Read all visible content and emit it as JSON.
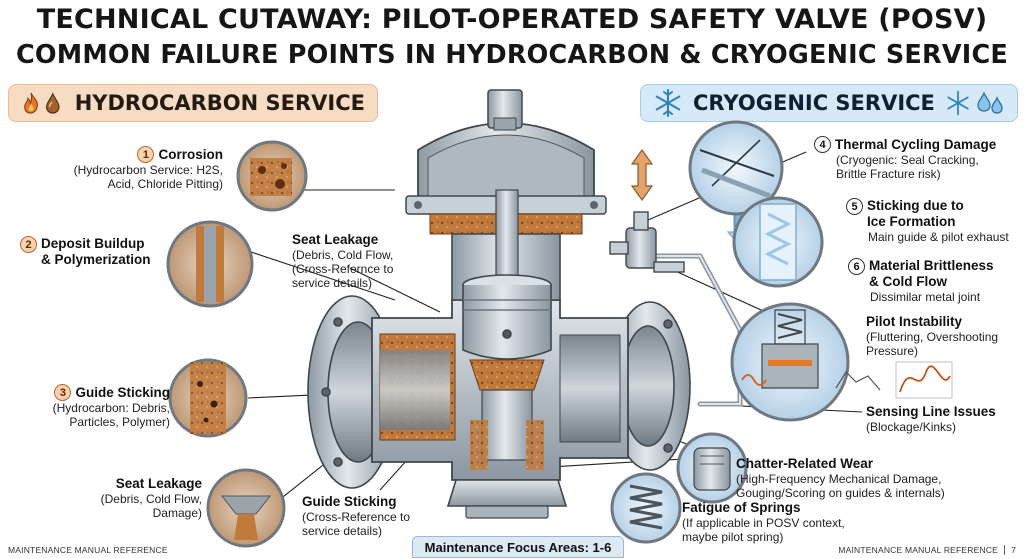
{
  "title": {
    "line1": "TECHNICAL CUTAWAY: PILOT-OPERATED SAFETY VALVE (POSV)",
    "line2": "COMMON FAILURE POINTS IN HYDROCARBON & CRYOGENIC SERVICE"
  },
  "banners": {
    "hydrocarbon": "HYDROCARBON SERVICE",
    "cryogenic": "CRYOGENIC SERVICE"
  },
  "icons": {
    "hydrocarbon": [
      "flame-icon",
      "oil-drop-icon"
    ],
    "cryogenic": [
      "snowflake-icon",
      "water-drops-icon"
    ]
  },
  "colors": {
    "hydrocarbon_accent": "#c9772f",
    "cryogenic_accent": "#3b8fd0",
    "steel": "#b9c3cc",
    "deposit": "#b8763f"
  },
  "callouts": {
    "corrosion": {
      "num": "1",
      "title": "Corrosion",
      "desc": "(Hydrocarbon Service: H2S,\nAcid, Chloride Pitting)"
    },
    "deposit": {
      "num": "2",
      "title": "Deposit Buildup\n& Polymerization",
      "desc": ""
    },
    "guide_h": {
      "num": "3",
      "title": "Guide Sticking",
      "desc": "(Hydrocarbon: Debris,\nParticles, Polymer)"
    },
    "seat_leak_left": {
      "title": "Seat Leakage",
      "desc": "(Debris, Cold Flow,\nDamage)"
    },
    "seat_leak_center": {
      "title": "Seat Leakage",
      "desc": "(Debris, Cold Flow,\n(Cross-Refernce to\nservice details)"
    },
    "guide_center": {
      "title": "Guide Sticking",
      "desc": "(Cross-Reference to\nservice details)"
    },
    "thermal": {
      "num": "4",
      "title": "Thermal Cycling Damage",
      "desc": "(Cryogenic: Seal Cracking,\nBrittle Fracture risk)"
    },
    "ice": {
      "num": "5",
      "title": "Sticking due to\nIce Formation",
      "desc": "Main guide & pilot exhaust"
    },
    "brittle": {
      "num": "6",
      "title": "Material Brittleness\n& Cold Flow",
      "desc": "Dissimilar metal joint"
    },
    "pilot": {
      "title": "Pilot Instability",
      "desc": "(Fluttering, Overshooting\nPressure)"
    },
    "sensing": {
      "title": "Sensing Line Issues",
      "desc": "(Blockage/Kinks)"
    },
    "chatter": {
      "title": "Chatter-Related Wear",
      "desc": "(High-Frequency Mechanical Damage,\nGouging/Scoring on guides & internals)"
    },
    "springs": {
      "title": "Fatigue of Springs",
      "desc": "(If applicable in POSV context,\nmaybe pilot spring)"
    }
  },
  "footer": {
    "left": "MAINTENANCE MANUAL REFERENCE",
    "focus": "Maintenance Focus Areas: 1-6",
    "right": "MAINTENANCE MANUAL REFERENCE",
    "page": "7"
  }
}
